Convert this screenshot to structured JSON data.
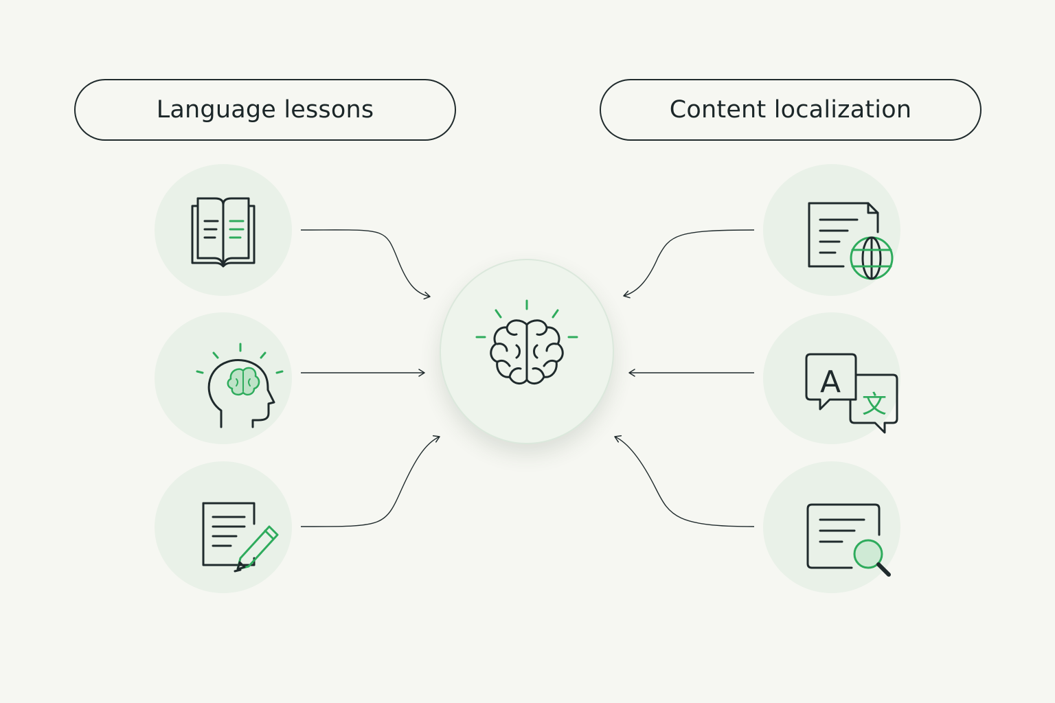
{
  "categories": {
    "left_label": "Language lessons",
    "right_label": "Content localization"
  },
  "icons": {
    "left": [
      "open-book-icon",
      "head-brain-icon",
      "document-pencil-icon"
    ],
    "right": [
      "document-globe-icon",
      "translate-icon",
      "document-search-icon"
    ],
    "center": "brain-icon"
  },
  "glyphs": {
    "translate_latin": "A",
    "translate_cjk": "文"
  },
  "colors": {
    "background": "#f6f7f2",
    "accent": "#2eab5c",
    "ink": "#1f2a2c",
    "node_fill": "#e9f1e8"
  }
}
